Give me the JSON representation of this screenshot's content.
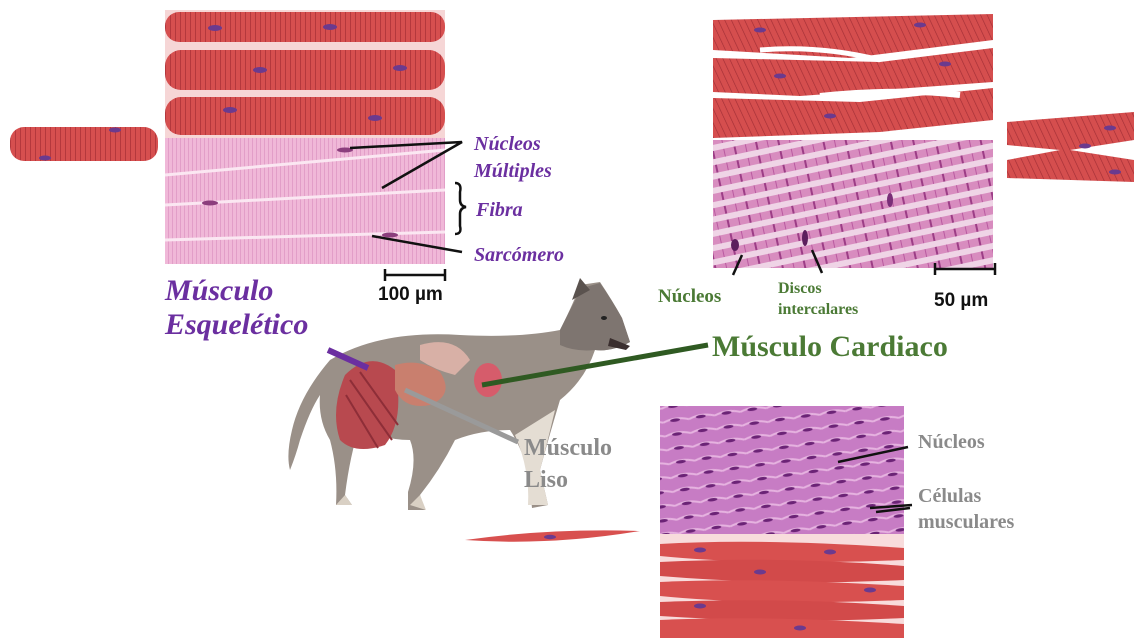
{
  "skeletal": {
    "title_line1": "Músculo",
    "title_line2": "Esquelético",
    "label_nuclei_line1": "Núcleos",
    "label_nuclei_line2": "Múltiples",
    "label_fiber": "Fibra",
    "label_sarcomere": "Sarcómero",
    "scale_bar": "100 µm"
  },
  "cardiac": {
    "title": "Músculo Cardiaco",
    "label_nuclei": "Núcleos",
    "label_discs_line1": "Discos",
    "label_discs_line2": "intercalares",
    "scale_bar": "50 µm"
  },
  "smooth": {
    "title_line1": "Músculo",
    "title_line2": "Liso",
    "label_nuclei": "Núcleos",
    "label_cells_line1": "Células",
    "label_cells_line2": "musculares"
  },
  "colors": {
    "skeletal": "#6b2fa0",
    "cardiac": "#4b7a35",
    "smooth": "#8a8a8a",
    "muscle_red": "#d9504f",
    "histology_pink": "#e9a9cf"
  }
}
